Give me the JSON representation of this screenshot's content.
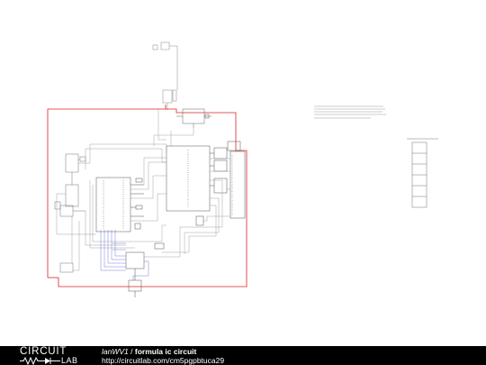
{
  "footer": {
    "logo_top": "CIRCUIT",
    "logo_bottom": "LAB",
    "user": "lanWV1",
    "separator": " / ",
    "title": "formula ic circuit",
    "url": "http://circuitlab.com/cm5pgpbtuca29"
  },
  "colors": {
    "wire": "#8a8a8a",
    "component": "#555555",
    "power_loop": "#e02020",
    "bus": "#5060d0",
    "footer_bg": "#000000",
    "footer_text": "#ffffff"
  }
}
